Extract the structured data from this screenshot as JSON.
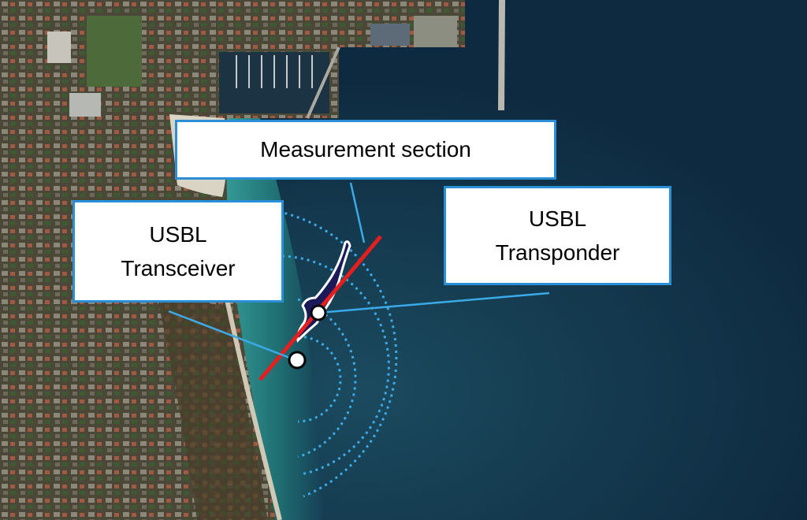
{
  "map": {
    "colors": {
      "sea_deep": "#0e2a40",
      "sea_shallow": "#2a8c88",
      "land": "#4e4a3a",
      "beach": "#d9d4c4",
      "trajectory": "#1a1a5a",
      "measurement_line": "#e81e1e",
      "acoustic_rings": "#3aaae8",
      "callout_border": "#2a8fd6"
    }
  },
  "labels": {
    "measurement_section": "Measurement section",
    "transceiver": [
      "USBL",
      "Transceiver"
    ],
    "transponder": [
      "USBL",
      "Transponder"
    ]
  }
}
